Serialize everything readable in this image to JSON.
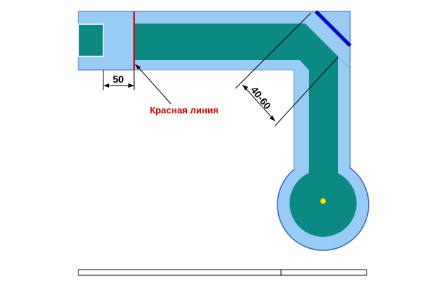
{
  "labels": {
    "width_dimension": "50",
    "diagonal_dimension": "40-60",
    "red_line_label": "Красная линия"
  },
  "colors": {
    "outer_zone": "#99ccf5",
    "inner_path": "#0a8a80",
    "outline": "#3860c8",
    "red_line": "#e00000",
    "blue_line": "#0000cc",
    "center_point": "#ffee00"
  }
}
